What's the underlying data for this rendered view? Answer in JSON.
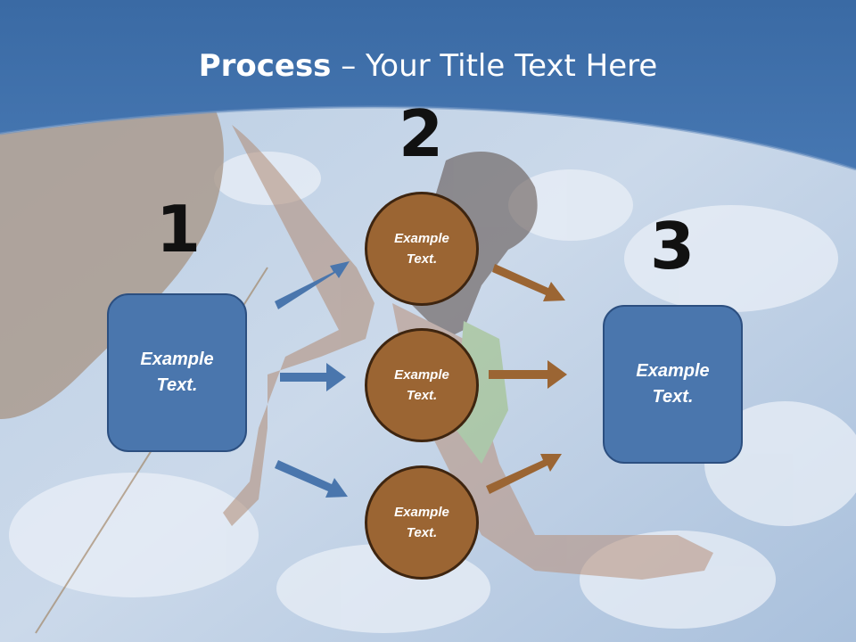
{
  "title": {
    "bold": "Process",
    "rest": " – Your Title Text Here"
  },
  "steps": {
    "one": "1",
    "two": "2",
    "three": "3"
  },
  "left_box": {
    "line1": "Example",
    "line2": "Text."
  },
  "right_box": {
    "line1": "Example",
    "line2": "Text."
  },
  "circles": [
    {
      "line1": "Example",
      "line2": "Text."
    },
    {
      "line1": "Example",
      "line2": "Text."
    },
    {
      "line1": "Example",
      "line2": "Text."
    }
  ],
  "colors": {
    "header_blue": "#3e6ea8",
    "box_blue": "#4a76ad",
    "circle_brown": "#9b6533",
    "arrow_blue": "#4a76ad",
    "arrow_brown": "#9b6533"
  }
}
